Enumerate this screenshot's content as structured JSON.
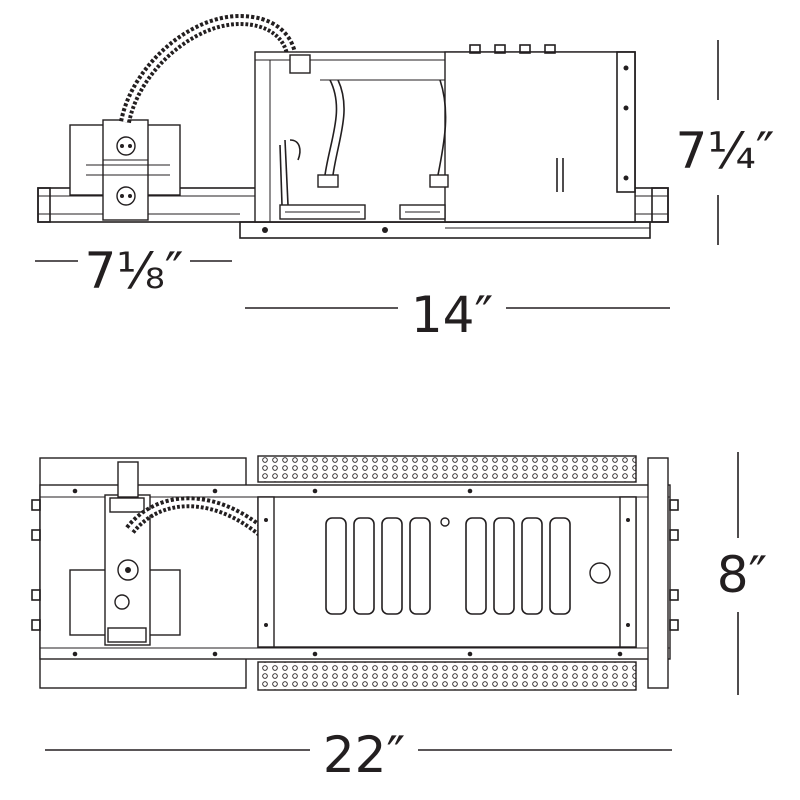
{
  "dimensions": {
    "side_height": "7¼″",
    "side_depth": "7⅛″",
    "side_length": "14″",
    "top_width": "8″",
    "top_length": "22″"
  },
  "colors": {
    "line": "#231f20",
    "background": "#ffffff"
  }
}
